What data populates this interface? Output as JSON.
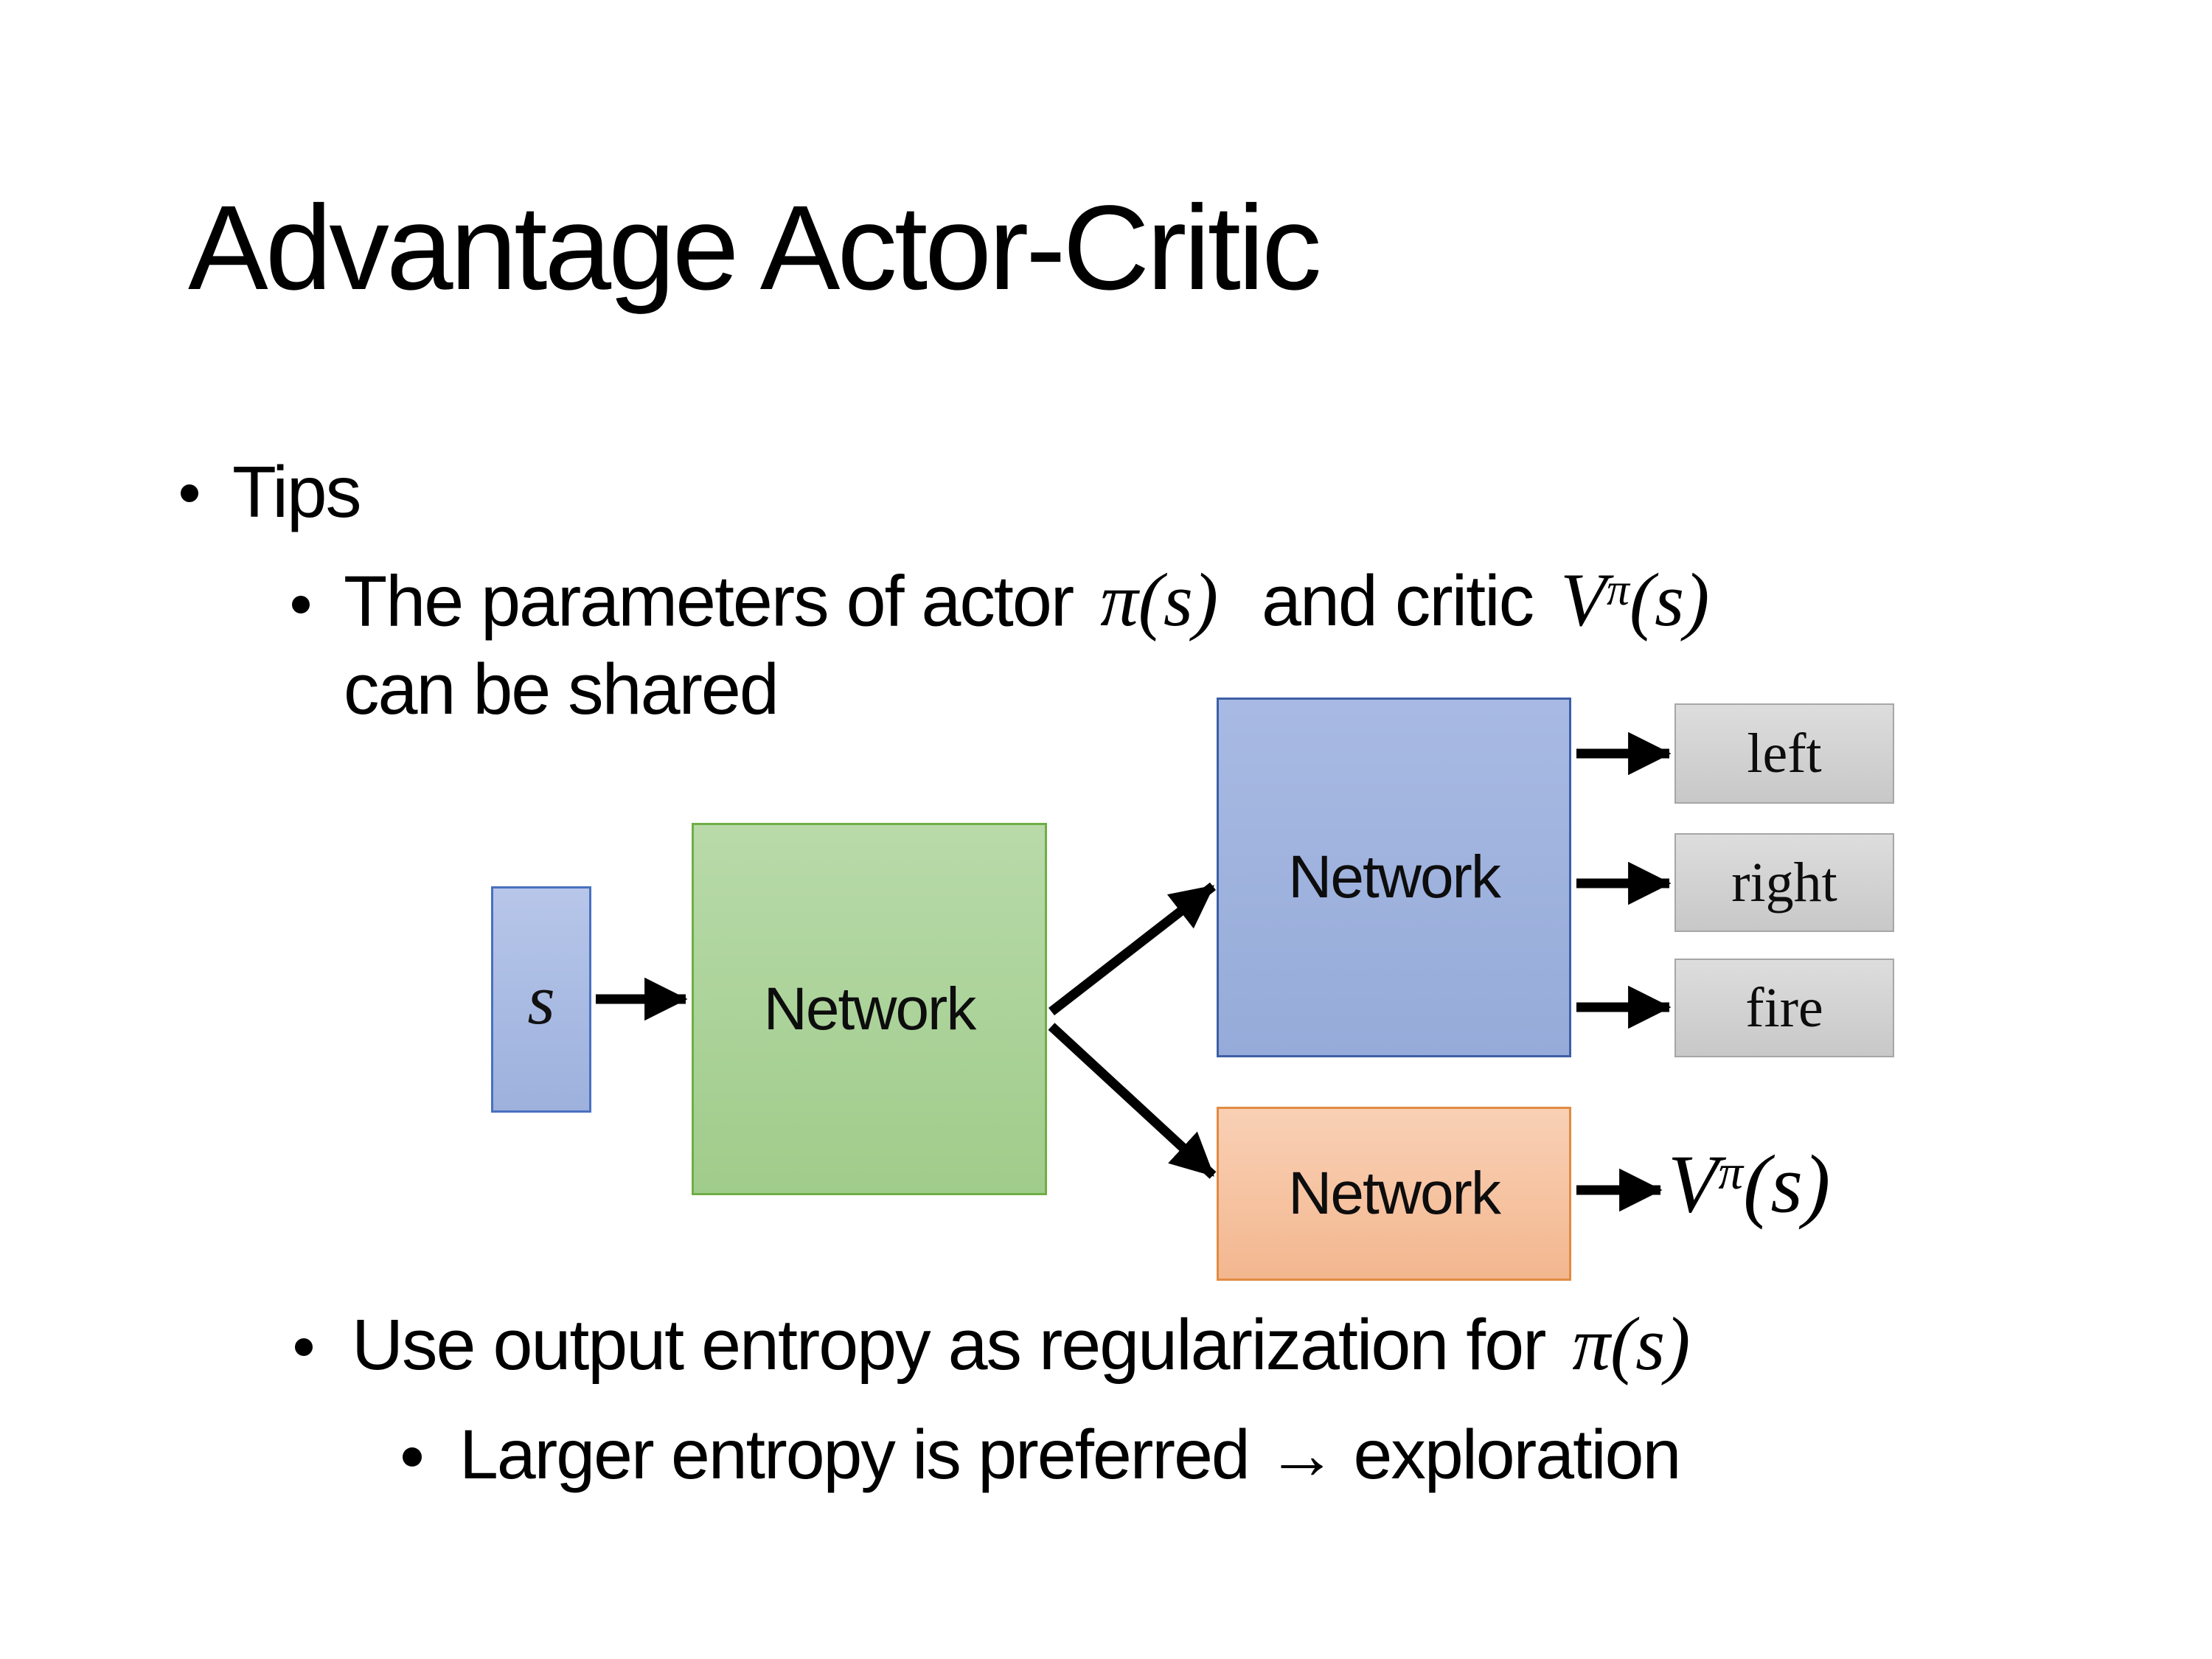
{
  "slide_title": "Advantage Actor-Critic",
  "bullets": {
    "level1": "Tips",
    "item_params": {
      "text1": "The parameters of actor",
      "math_actor": "π(s)",
      "text2": "and critic",
      "critic_V": "V",
      "critic_sup": "π",
      "critic_args": "(s)",
      "line2": "can be shared"
    },
    "item_entropy": {
      "text1": "Use output entropy as regularization for",
      "math": "π(s)"
    },
    "item_exploration": "Larger entropy is preferred → exploration"
  },
  "diagram": {
    "state_label": "s",
    "shared_network": "Network",
    "actor_network": "Network",
    "critic_network": "Network",
    "actions": [
      "left",
      "right",
      "fire"
    ],
    "value_V": "V",
    "value_sup": "π",
    "value_args": "(s)"
  },
  "colors": {
    "text_color": "#000000",
    "state_fill_top": "#b7c6e9",
    "state_fill": "#9db1dd",
    "state_border": "#4a71bf",
    "shared_fill_top": "#b8daa9",
    "shared_fill": "#a0cc8b",
    "shared_border": "#6fae46",
    "actor_fill_top": "#a8bae3",
    "actor_fill": "#96abd9",
    "actor_border": "#3d5fa5",
    "critic_fill_top": "#f9d0b5",
    "critic_fill": "#f3b78f",
    "critic_border": "#e08b42",
    "action_fill_top": "#dddddd",
    "action_fill": "#c8c8c8",
    "action_border": "#a6a6a6",
    "arrow_color": "#000000"
  }
}
